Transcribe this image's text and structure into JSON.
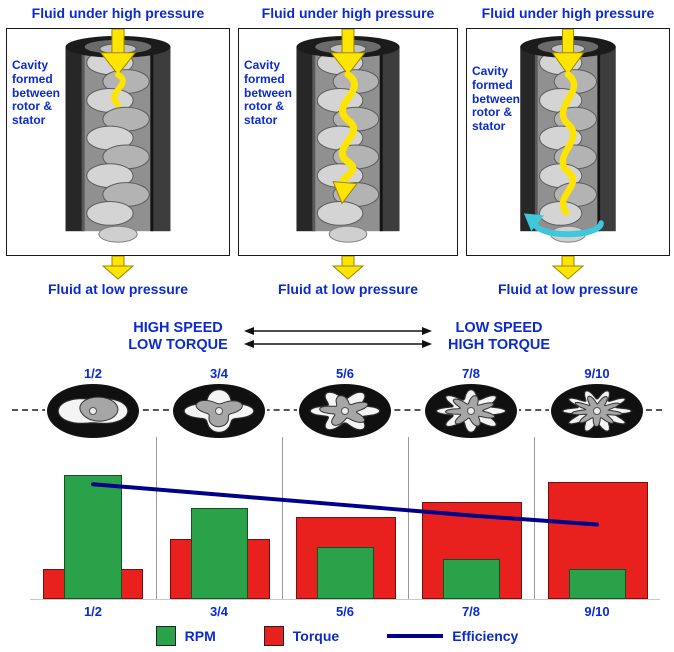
{
  "panels": [
    {
      "top": "Fluid under high pressure",
      "cavity": "Cavity formed between rotor & stator",
      "bottom": "Fluid at low pressure"
    },
    {
      "top": "Fluid under high pressure",
      "cavity": "Cavity formed between rotor & stator",
      "bottom": "Fluid at low pressure"
    },
    {
      "top": "Fluid under high pressure",
      "cavity": "Cavity formed between rotor & stator",
      "bottom": "Fluid at low pressure"
    }
  ],
  "headers": {
    "left_line1": "HIGH SPEED",
    "left_line2": "LOW TORQUE",
    "right_line1": "LOW SPEED",
    "right_line2": "HIGH TORQUE"
  },
  "chart_data": {
    "type": "bar",
    "title": "",
    "categories": [
      "1/2",
      "3/4",
      "5/6",
      "7/8",
      "9/10"
    ],
    "series": [
      {
        "name": "RPM",
        "type": "bar",
        "color": "#2aa24a",
        "values": [
          83,
          61,
          35,
          27,
          20
        ]
      },
      {
        "name": "Torque",
        "type": "bar",
        "color": "#e8201e",
        "values": [
          20,
          40,
          55,
          65,
          78
        ]
      },
      {
        "name": "Efficiency",
        "type": "line",
        "color": "#00008b",
        "values": [
          77,
          70,
          63,
          56,
          50
        ]
      }
    ],
    "ylim": [
      0,
      100
    ],
    "grid": false,
    "legend_position": "bottom"
  },
  "colors": {
    "text_blue": "#0b2bd0",
    "rpm_green": "#2aa24a",
    "torque_red": "#e8201e",
    "efficiency_navy": "#00008b",
    "arrow_yellow": "#ffe400",
    "rotation_cyan": "#3fc8dc"
  }
}
